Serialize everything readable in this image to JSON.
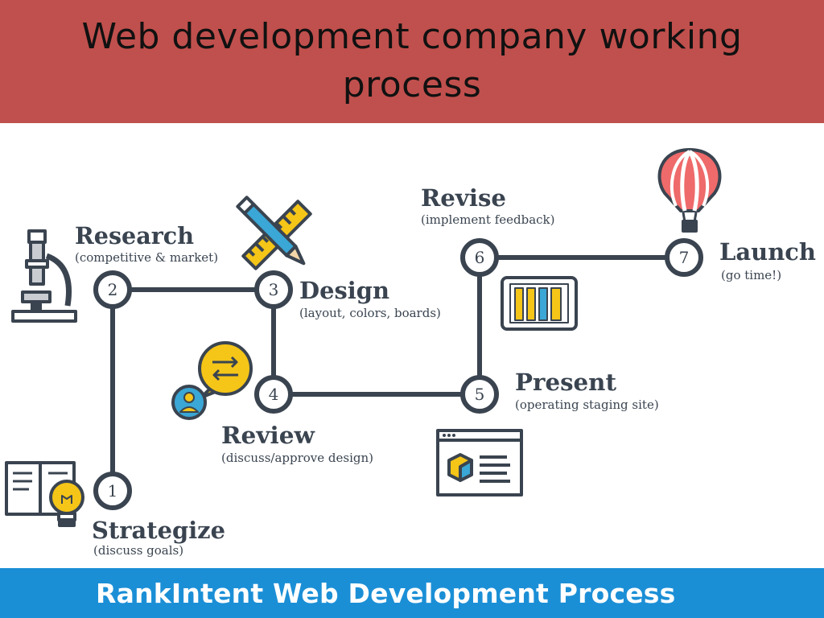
{
  "slide": {
    "title": "Web development company working process",
    "footer": "RankIntent Web Development Process"
  },
  "colors": {
    "title_bar": "#c0504d",
    "footer_bar": "#1b8fd6",
    "line": "#3a4450",
    "accent_yellow": "#f5c518",
    "accent_blue": "#3aa7d6",
    "balloon_red": "#ef6a6a"
  },
  "steps": [
    {
      "num": "1",
      "name": "Strategize",
      "sub": "(discuss goals)",
      "icon": "book-lightbulb-icon"
    },
    {
      "num": "2",
      "name": "Research",
      "sub": "(competitive & market)",
      "icon": "microscope-icon"
    },
    {
      "num": "3",
      "name": "Design",
      "sub": "(layout, colors, boards)",
      "icon": "pencil-ruler-icon"
    },
    {
      "num": "4",
      "name": "Review",
      "sub": "(discuss/approve design)",
      "icon": "chat-user-icon"
    },
    {
      "num": "5",
      "name": "Present",
      "sub": "(operating staging site)",
      "icon": "browser-window-icon"
    },
    {
      "num": "6",
      "name": "Revise",
      "sub": "(implement feedback)",
      "icon": "tablet-tools-icon"
    },
    {
      "num": "7",
      "name": "Launch",
      "sub": "(go time!)",
      "icon": "hot-air-balloon-icon"
    }
  ]
}
